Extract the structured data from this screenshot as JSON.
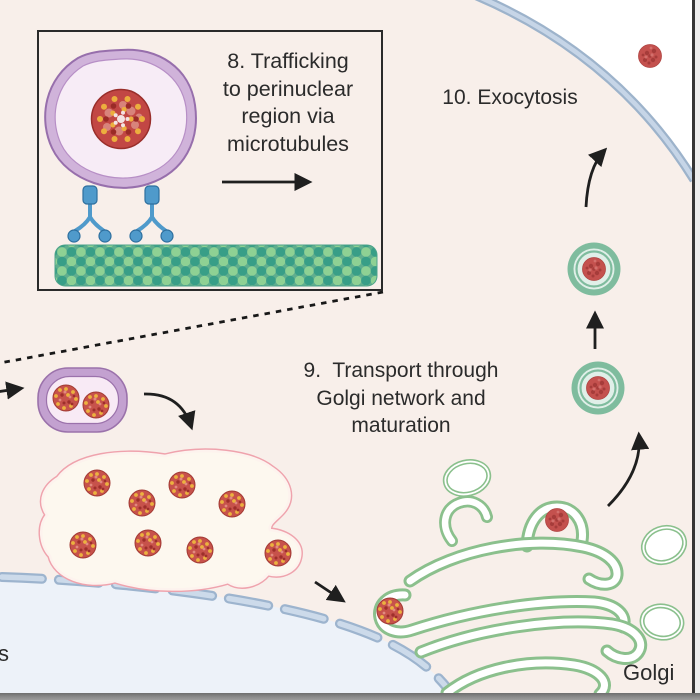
{
  "diagram_title": "Virus trafficking, Golgi transport and exocytosis (cell biology schematic)",
  "inset": {
    "label_lines": [
      "8. Trafficking",
      "to perinuclear",
      "region via",
      "microtubules"
    ]
  },
  "labels": {
    "exocytosis": "10. Exocytosis",
    "transport_line1": "9.  Transport through",
    "transport_line2": "Golgi network and",
    "transport_line3": "maturation",
    "golgi": "Golgi",
    "edge_cutoff_text": "s"
  },
  "colors": {
    "cytoplasm": "#f8efea",
    "extracellular": "#ffffff",
    "membrane_edge": "#9db3cb",
    "membrane_fill": "#c6d5e7",
    "nucleus_fill": "#edf2f9",
    "nucleus_dash_outline": "#9db4ce",
    "nucleus_dash_fill": "#ccdaea",
    "golgi_green": "#8bc08d",
    "vesicle_green": "#7fbc9e",
    "vesicle_mint": "#e0efe8",
    "virus_red": "#c4514e",
    "virus_spike_yellow": "#ecb23f",
    "endosome_purple_band": "#c3a1d0",
    "endosome_purple_line": "#9b72ab",
    "endosome_pink_outline": "#efa3ad",
    "motor_protein_blue": "#4f9acb",
    "microtubule_teal": "#389e87",
    "microtubule_light_green": "#8ed194",
    "arrow_black": "#1f1f1f"
  }
}
